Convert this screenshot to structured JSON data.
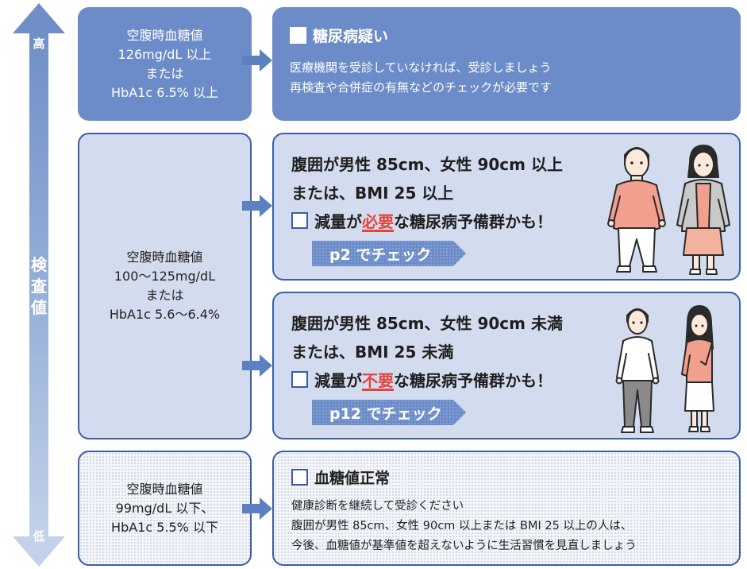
{
  "axis": {
    "high": "高",
    "low": "低",
    "label": "検\n査\n値"
  },
  "tiers": {
    "high": {
      "criteria": "空腹時血糖値\n126mg/dL 以上\nまたは\nHbA1c 6.5% 以上",
      "title": "糖尿病疑い",
      "lines": [
        "医療機関を受診していなければ、受診しましょう",
        "再検査や合併症の有無などのチェックが必要です"
      ]
    },
    "middle": {
      "criteria": "空腹時血糖値\n100〜125mg/dL\nまたは\nHbA1c 5.6〜6.4%",
      "upper": {
        "line1": "腹囲が男性 85cm、女性 90cm 以上",
        "line2": "または、BMI 25 以上",
        "verdict_prefix": "減量が",
        "verdict_highlight": "必要",
        "verdict_suffix": "な糖尿病予備群かも！",
        "tag": "p2 でチェック"
      },
      "lower": {
        "line1": "腹囲が男性 85cm、女性 90cm 未満",
        "line2": "または、BMI 25 未満",
        "verdict_prefix": "減量が",
        "verdict_highlight": "不要",
        "verdict_suffix": "な糖尿病予備群かも！",
        "tag": "p12 でチェック"
      }
    },
    "low": {
      "criteria": "空腹時血糖値\n99mg/dL 以下、\nHbA1c 5.5% 以下",
      "title": "血糖値正常",
      "lines": [
        "健康診断を継続して受診ください",
        "腹囲が男性 85cm、女性 90cm 以上または BMI 25 以上の人は、",
        "今後、血糖値が基準値を超えないように生活習慣を見直しましょう"
      ]
    }
  },
  "colors": {
    "accent": "#6b8cc8",
    "border": "#3b5da5",
    "highlight": "#e2453c",
    "panel_mid": "#d3dcef"
  }
}
